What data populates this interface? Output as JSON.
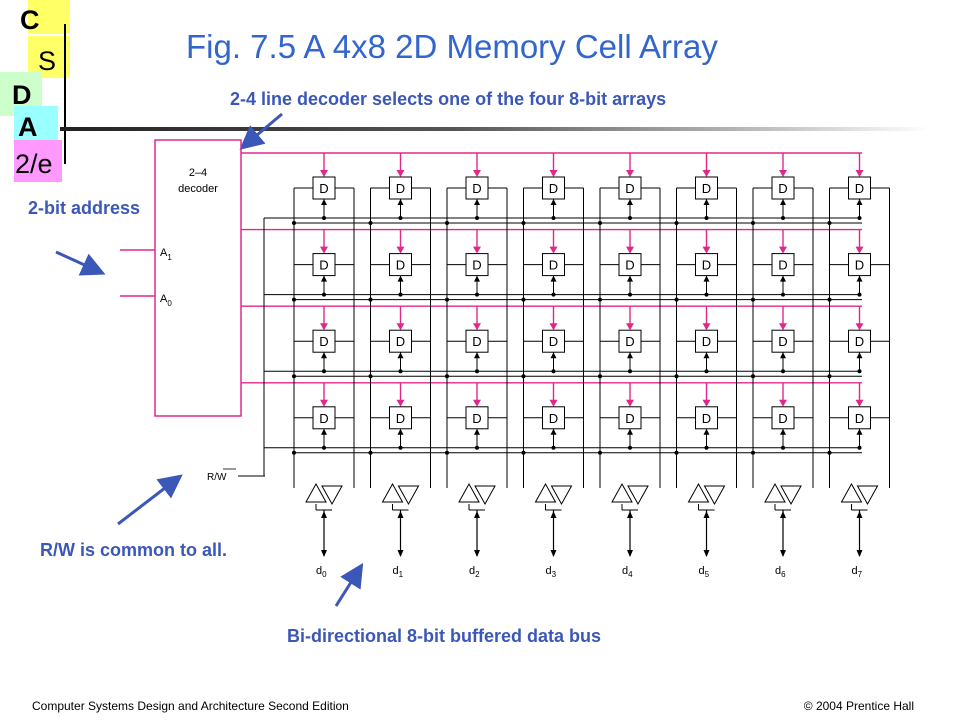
{
  "logo": {
    "letters": [
      "C",
      "S",
      "D",
      "A",
      "2/e"
    ]
  },
  "title": "Fig. 7.5   A 4x8 2D Memory Cell Array",
  "notes": {
    "decoder": "2-4 line decoder selects one of the four 8-bit arrays",
    "address": "2-bit address",
    "rw": "R/W is common to all.",
    "bus": "Bi-directional 8-bit buffered data bus"
  },
  "diagram": {
    "decoder_label_line1": "2–4",
    "decoder_label_line2": "decoder",
    "inputs": [
      "A",
      "A"
    ],
    "input_subscripts": [
      "1",
      "0"
    ],
    "rw_label": "R/W",
    "cell_label": "D",
    "data_lines": [
      {
        "base": "d",
        "sub": "0"
      },
      {
        "base": "d",
        "sub": "1"
      },
      {
        "base": "d",
        "sub": "2"
      },
      {
        "base": "d",
        "sub": "3"
      },
      {
        "base": "d",
        "sub": "4"
      },
      {
        "base": "d",
        "sub": "5"
      },
      {
        "base": "d",
        "sub": "6"
      },
      {
        "base": "d",
        "sub": "7"
      }
    ],
    "rows": 4,
    "cols": 8
  },
  "footer": {
    "left": "Computer Systems Design and Architecture Second Edition",
    "right": "© 2004 Prentice Hall"
  },
  "colors": {
    "title": "#3366cc",
    "notes": "#3b57b8",
    "select_lines": "#e0288a",
    "logo_c": "#ffff66",
    "logo_s": "#ffff66",
    "logo_d": "#ccffcc",
    "logo_a": "#99ffff",
    "logo_2e": "#ff99ff"
  }
}
